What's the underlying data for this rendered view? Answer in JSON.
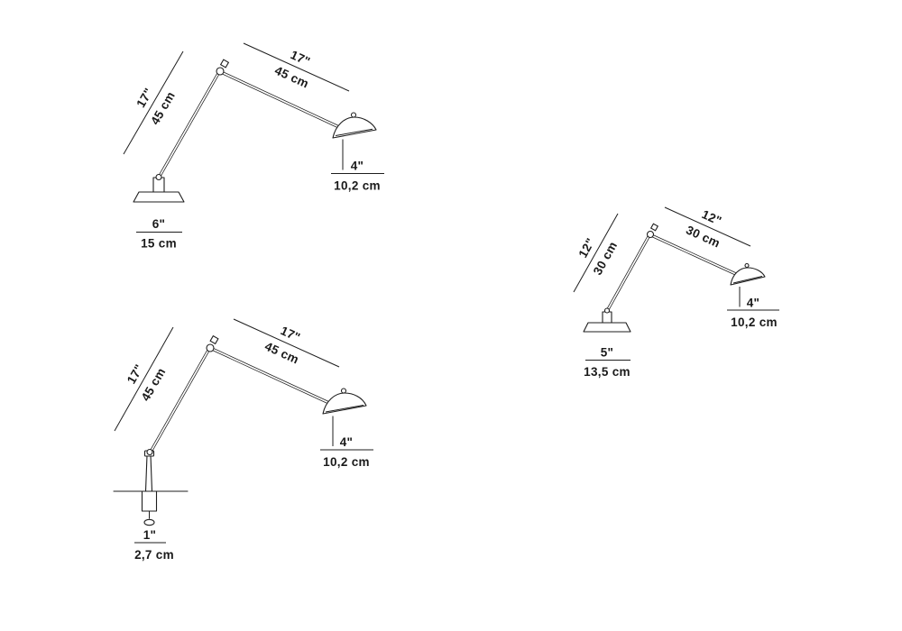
{
  "colors": {
    "ink": "#1e1e1e",
    "text": "#1a1a1a",
    "background": "#ffffff"
  },
  "lamps": [
    {
      "name": "desk-lamp-large-base",
      "lower_arm": {
        "inches": "17\"",
        "cm": "45 cm"
      },
      "upper_arm": {
        "inches": "17\"",
        "cm": "45 cm"
      },
      "head": {
        "inches": "4\"",
        "cm": "10,2 cm"
      },
      "mount": {
        "inches": "6\"",
        "cm": "15 cm"
      }
    },
    {
      "name": "desk-lamp-small-base",
      "lower_arm": {
        "inches": "12\"",
        "cm": "30 cm"
      },
      "upper_arm": {
        "inches": "12\"",
        "cm": "30 cm"
      },
      "head": {
        "inches": "4\"",
        "cm": "10,2 cm"
      },
      "mount": {
        "inches": "5\"",
        "cm": "13,5 cm"
      }
    },
    {
      "name": "desk-lamp-clamp",
      "lower_arm": {
        "inches": "17\"",
        "cm": "45 cm"
      },
      "upper_arm": {
        "inches": "17\"",
        "cm": "45 cm"
      },
      "head": {
        "inches": "4\"",
        "cm": "10,2 cm"
      },
      "mount": {
        "inches": "1\"",
        "cm": "2,7 cm"
      }
    }
  ]
}
